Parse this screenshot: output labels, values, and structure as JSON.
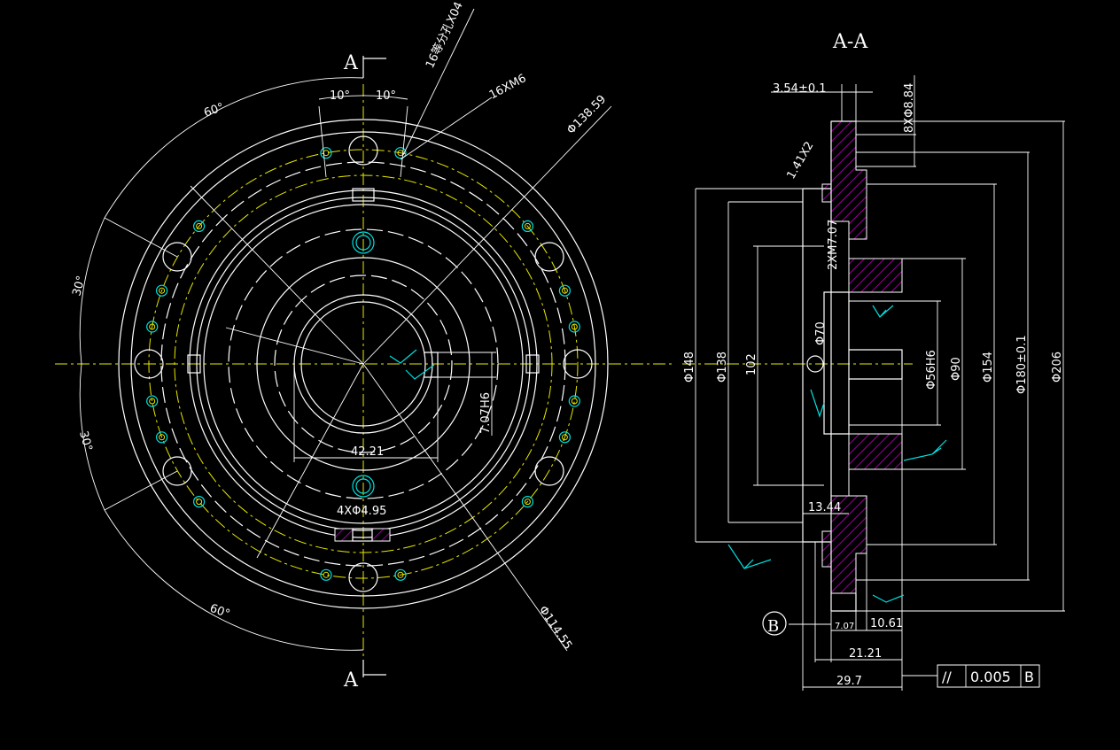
{
  "colors": {
    "background": "#000000",
    "outline": "#ffffff",
    "centerline": "#e8e800",
    "holes": "#00e0e0",
    "hatch": "#c000c0"
  },
  "labels": {
    "section_title": "A-A",
    "section_mark_top": "A",
    "section_mark_bottom": "A",
    "datum_letter": "B",
    "angle_10_left": "10°",
    "angle_10_right": "10°",
    "angle_60_top": "60°",
    "angle_30_upper": "30°",
    "angle_30_lower": "30°",
    "angle_60_bottom": "60°",
    "note_holes": "16等分孔X04",
    "thread": "16XM6",
    "dia_138_59": "Φ138.59",
    "dia_114_55": "Φ114.55",
    "dim_42_21": "42.21",
    "dim_7_07h6": "7.07H6",
    "holes_4x": "4XΦ4.95",
    "dim_3_54": "3.54±0.1",
    "holes_8x": "8XΦ8.84",
    "chamfer": "1.41X2",
    "thread_2x": "2XM7.07",
    "dia_148": "Φ148",
    "dia_138": "Φ138",
    "dim_102": "102",
    "dia_70": "Φ70",
    "dia_56h6": "Φ56H6",
    "dia_90": "Φ90",
    "dia_154": "Φ154",
    "dia_180": "Φ180±0.1",
    "dia_206": "Φ206",
    "dim_13_44": "13.44",
    "dim_7_07": "7.07",
    "dim_10_61": "10.61",
    "dim_21_21": "21.21",
    "dim_29_7": "29.7",
    "fcf_symbol": "//",
    "fcf_tolerance": "0.005",
    "fcf_datum": "B"
  }
}
